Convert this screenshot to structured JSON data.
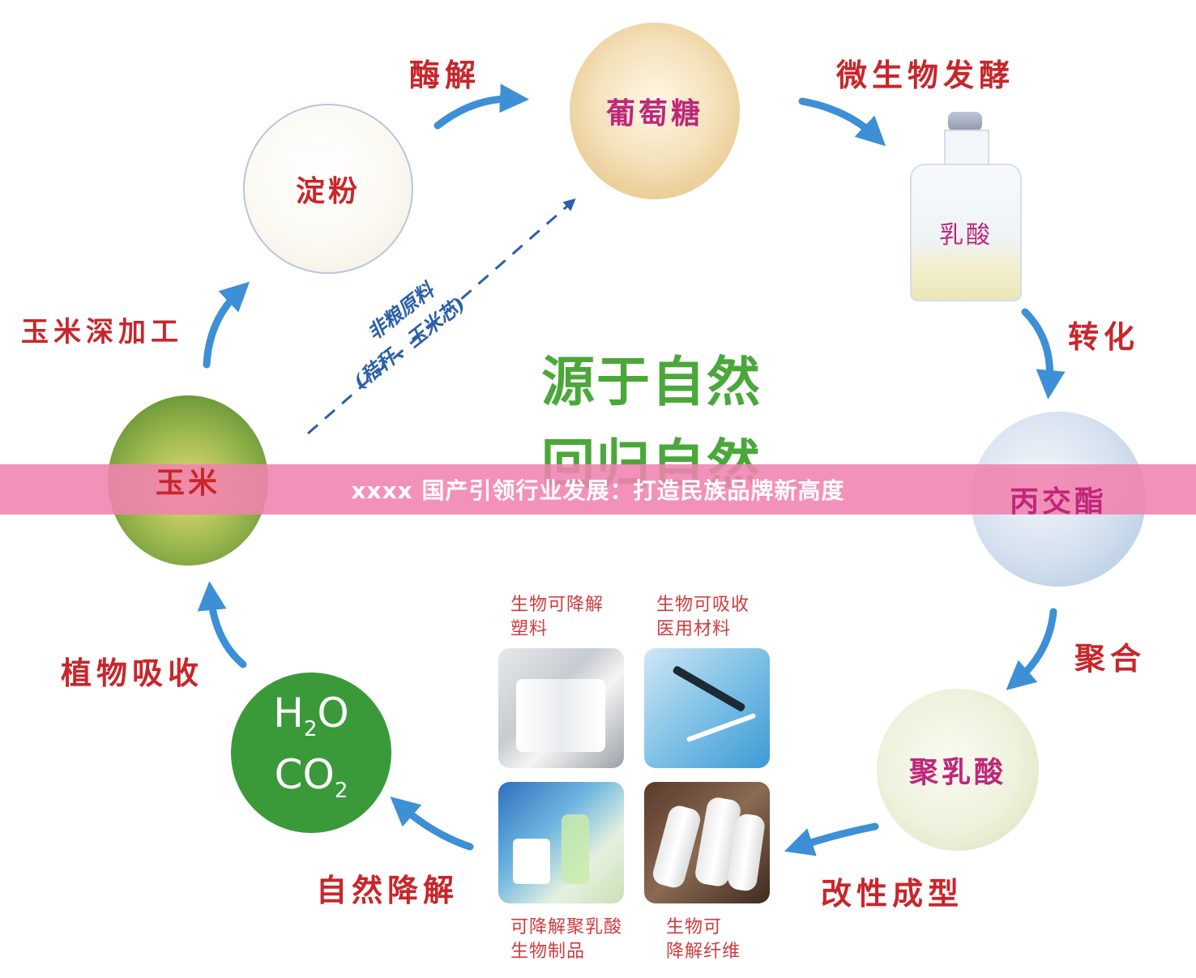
{
  "center": {
    "line1": "源于自然",
    "line2": "回归自然"
  },
  "nodes": {
    "starch": "淀粉",
    "glucose": "葡萄糖",
    "lactic_acid": "乳酸",
    "lactide": "丙交酯",
    "pla": "聚乳酸",
    "corn": "玉米",
    "h2o": {
      "base": "H",
      "sub": "2",
      "tail": "O"
    },
    "co2": {
      "base": "CO",
      "sub": "2"
    }
  },
  "steps": {
    "enzymolysis": "酶解",
    "fermentation": "微生物发酵",
    "conversion": "转化",
    "polymerization": "聚合",
    "modification": "改性成型",
    "degradation": "自然降解",
    "absorption": "植物吸收",
    "corn_processing": "玉米深加工"
  },
  "non_grain": {
    "line1": "非粮原料",
    "line2": "(秸秆、玉米芯)"
  },
  "products": {
    "plastic": [
      "生物可降解",
      "塑料"
    ],
    "medical": [
      "生物可吸收",
      "医用材料"
    ],
    "pla_goods": [
      "可降解聚乳酸",
      "生物制品"
    ],
    "fiber": [
      "生物可",
      "降解纤维"
    ]
  },
  "banner": {
    "title": "xxxx 国产引领行业发展：打造民族品牌新高度"
  },
  "colors": {
    "step_label": "#c8262b",
    "arrow": "#3d8fd6",
    "center_text": "#4aa83a",
    "node_label": "#c0267a",
    "banner_bg": "#f082af",
    "h2o_co2_circle": "#3a9a3a"
  }
}
